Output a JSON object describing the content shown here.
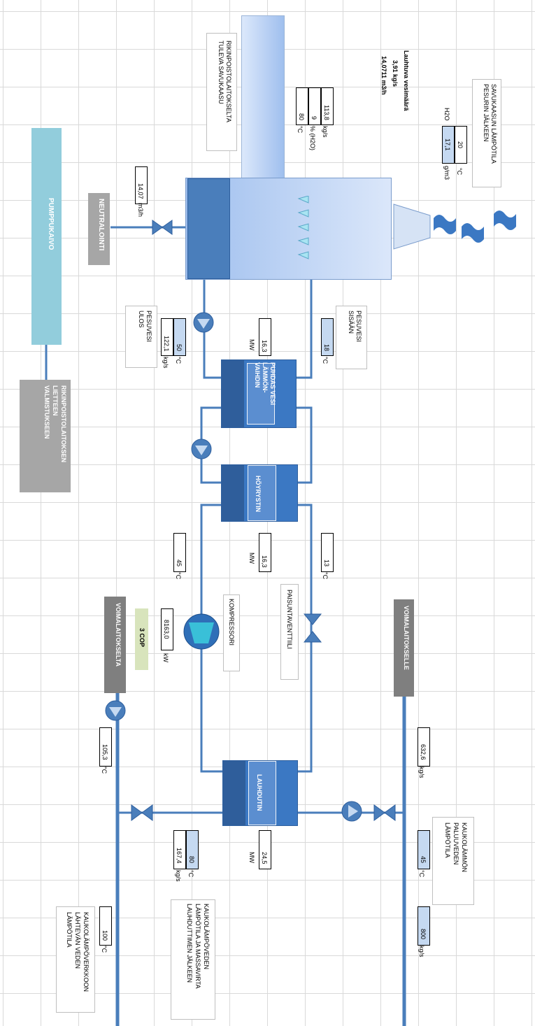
{
  "labels": {
    "smoke_in": [
      "RIKINPOISTOLAITOKSELTA",
      "TULEVA SAVUKAASU"
    ],
    "smoke_temp": [
      "SAVUKAASUN LÄMPÖTILA",
      "PESURIN JÄLKEEN"
    ],
    "condensate_title": "Lauhtuva vesimäärä",
    "condensate_kgs": "3,91  kg/s",
    "condensate_m3h": "14,0711  m3/h",
    "pumppukaivo": "PUMPPUKAIVO",
    "neutralointi": "NEUTRALOINTI",
    "rikki_sludge": [
      "RIKINPOISTOLAITOKSEN",
      "LIETTEEN",
      "VALMISTUKSEEN"
    ],
    "pesuvesi_ulos": [
      "PESUVESI",
      "ULOS"
    ],
    "pesuvesi_sisaan": [
      "PESUVESI",
      "SISÄÄN"
    ],
    "puhdas_hx": [
      "PUHDAS VESI",
      "LÄMMÖN-",
      "VAIHDIN"
    ],
    "hoyrystin": "HÖYRYSTIN",
    "kompressori": "KOMPRESSORI",
    "paisuntaventtiili": "PAISUNTAVENTTIILI",
    "voimalaitokselta": "VOIMALAITOKSELTA",
    "voimalaitokselle": "VOIMALAITOKSELLE",
    "lauhdutin": "LAUHDUTIN",
    "kauko_paluu": [
      "KAUKOLÄMMÖN",
      "PALUUVEDEN",
      "LÄMPÖTILA"
    ],
    "kauko_lauhdutin": [
      "KAUKOLÄMPÖVEDEN",
      "LÄMPÖTILA JA MASSAVIRTA",
      "LAUHDUTTIMEN JÄLKEEN"
    ],
    "kauko_lahteva": [
      "KAUKOLÄMPÖVERKKOON",
      "LÄHTEVÄN VEDEN",
      "LÄMPÖTILA"
    ],
    "cop_label": "3  COP"
  },
  "values": {
    "flue_mass": {
      "v": "113,8",
      "u": "kg/s"
    },
    "flue_h2o": {
      "v": "9",
      "u": "% (H2O)"
    },
    "flue_temp": {
      "v": "80",
      "u": "°C"
    },
    "after_temp": {
      "v": "20",
      "u": "°C"
    },
    "after_h2o": {
      "v": "17,1",
      "u": "g/m3",
      "prefix": "H2O"
    },
    "neutral_flow": {
      "v": "14,07",
      "u": "m3/h"
    },
    "wash_out_temp": {
      "v": "50",
      "u": "°C"
    },
    "wash_out_mass": {
      "v": "122,1",
      "u": "kg/s"
    },
    "clean_hx_power": {
      "v": "16,3",
      "u": "MW"
    },
    "wash_in_temp": {
      "v": "18",
      "u": "°C"
    },
    "evap_out_temp": {
      "v": "45",
      "u": "°C"
    },
    "evap_power": {
      "v": "16,3",
      "u": "MW"
    },
    "evap_in_temp": {
      "v": "13",
      "u": "°C"
    },
    "comp_power": {
      "v": "8163,0",
      "u": "kW"
    },
    "dh_from_plant": {
      "v": "105,3",
      "u": "°C"
    },
    "dh_to_plant": {
      "v": "632,6",
      "u": "kg/s"
    },
    "cond_out_temp": {
      "v": "80",
      "u": "°C"
    },
    "cond_out_mass": {
      "v": "167,4",
      "u": "kg/s"
    },
    "cond_power": {
      "v": "24,5",
      "u": "MW"
    },
    "return_temp": {
      "v": "45",
      "u": "°C"
    },
    "outflow_temp": {
      "v": "100",
      "u": "°C"
    },
    "return_mass": {
      "v": "800",
      "u": "kg/s"
    }
  },
  "colors": {
    "pipe": "#4a7ebb",
    "hx_dark": "#2f5e9b",
    "hx_main": "#3b78c3",
    "pump": "#4a7ebb",
    "value_highlight": "#c5d9f1",
    "grey": "#a6a6a6",
    "dark_grey": "#7f7f7f",
    "cop_green": "#d8e4bc",
    "pumppukaivo": "#92cddc"
  }
}
